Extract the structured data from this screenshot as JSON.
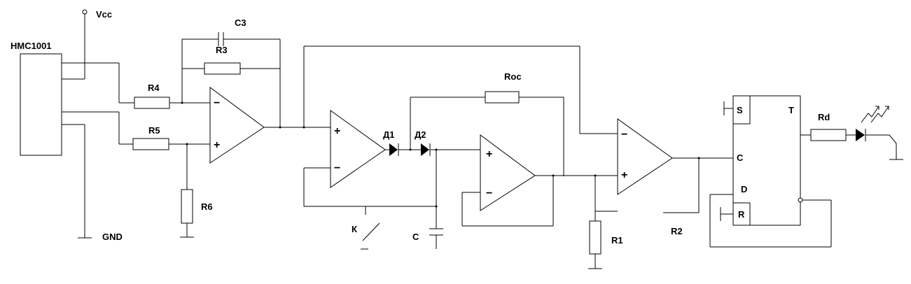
{
  "chip": {
    "label": "HMC1001"
  },
  "power": {
    "vcc": "Vcc",
    "gnd": "GND"
  },
  "components": {
    "c3": "C3",
    "r3": "R3",
    "r4": "R4",
    "r5": "R5",
    "r6": "R6",
    "roc": "Roc",
    "d1": "Д1",
    "d2": "Д2",
    "k": "К",
    "c": "С",
    "r1": "R1",
    "r2": "R2",
    "rd": "Rd"
  },
  "opamp": {
    "minus": "−",
    "plus": "+"
  },
  "flipflop": {
    "s": "S",
    "t": "T",
    "c": "C",
    "d": "D",
    "r": "R"
  }
}
